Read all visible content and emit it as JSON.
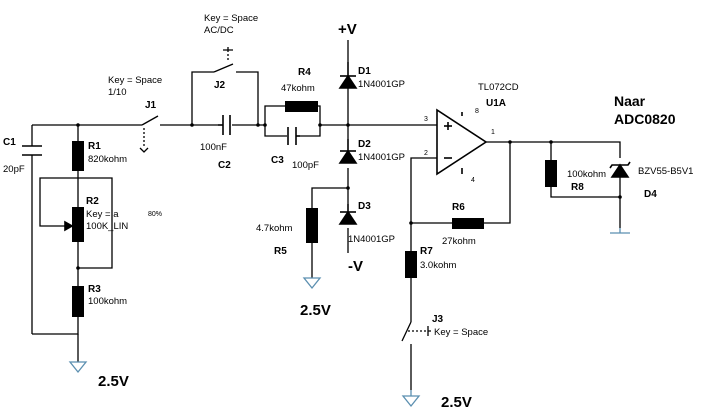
{
  "components": {
    "C1": {
      "ref": "C1",
      "value": "20pF"
    },
    "R1": {
      "ref": "R1",
      "value": "820kohm"
    },
    "R2": {
      "ref": "R2",
      "value": "100K_LIN",
      "key": "Key = a",
      "percent": "80%"
    },
    "R3": {
      "ref": "R3",
      "value": "100kohm"
    },
    "J1": {
      "ref": "J1",
      "key": "Key = Space",
      "ratio": "1/10"
    },
    "J2": {
      "ref": "J2",
      "key": "Key = Space",
      "mode": "AC/DC"
    },
    "C2": {
      "ref": "C2",
      "value": "100nF"
    },
    "R4": {
      "ref": "R4",
      "value": "47kohm"
    },
    "C3": {
      "ref": "C3",
      "value": "100pF"
    },
    "R5": {
      "ref": "R5",
      "value": "4.7kohm"
    },
    "D1": {
      "ref": "D1",
      "value": "1N4001GP"
    },
    "D2": {
      "ref": "D2",
      "value": "1N4001GP"
    },
    "D3": {
      "ref": "D3",
      "value": "1N4001GP"
    },
    "U1A": {
      "ref": "U1A",
      "value": "TL072CD",
      "pin_plus": "3",
      "pin_minus": "2",
      "pin_out": "1",
      "pin_vcc": "8",
      "pin_vee": "4"
    },
    "R6": {
      "ref": "R6",
      "value": "27kohm"
    },
    "R7": {
      "ref": "R7",
      "value": "3.0kohm"
    },
    "J3": {
      "ref": "J3",
      "key": "Key = Space"
    },
    "R8": {
      "ref": "R8",
      "value": "100kohm"
    },
    "D4": {
      "ref": "D4",
      "value": "BZV55-B5V1"
    }
  },
  "rails": {
    "positive": "+V",
    "negative": "-V"
  },
  "grounds": {
    "left": "2.5V",
    "middle": "2.5V",
    "right": "2.5V"
  },
  "output_label": {
    "line1": "Naar",
    "line2": "ADC0820"
  }
}
